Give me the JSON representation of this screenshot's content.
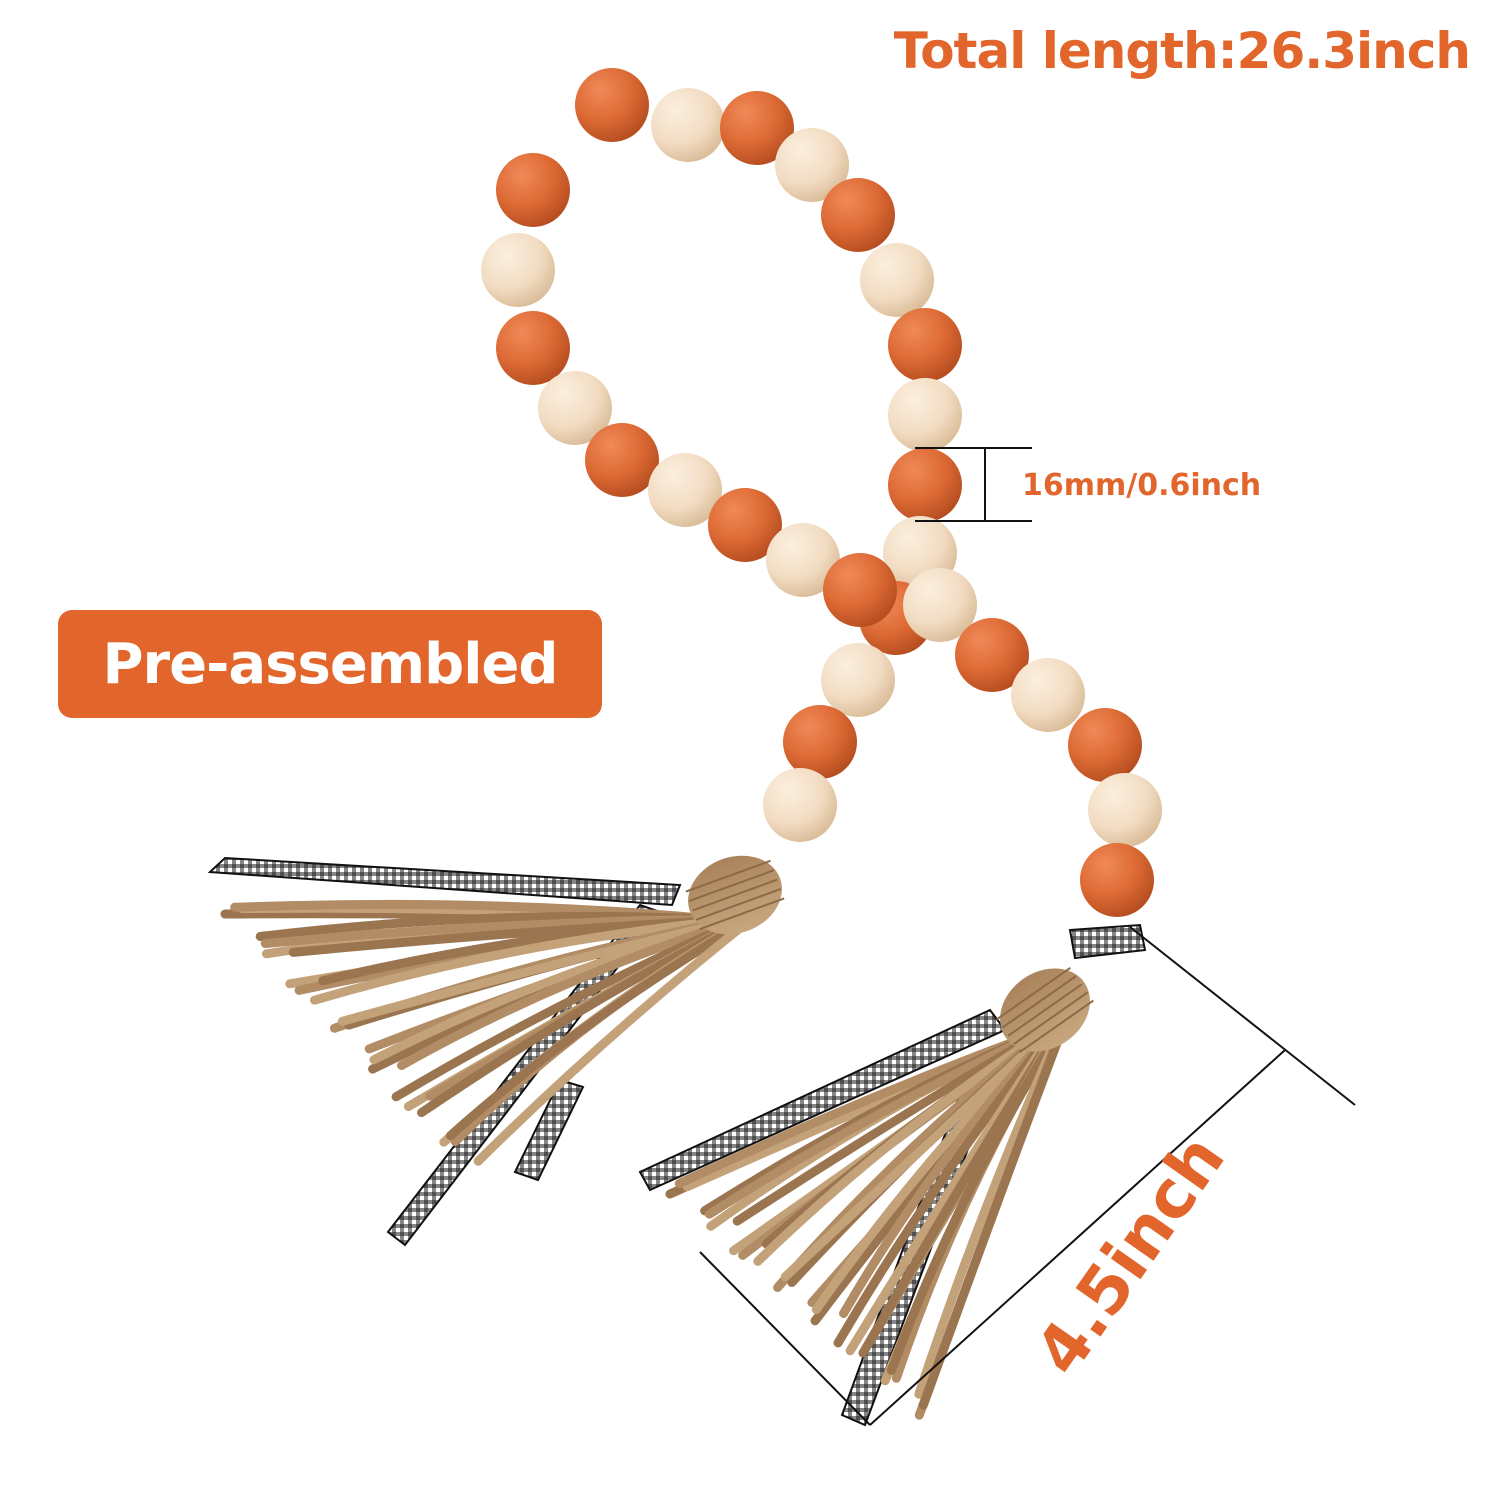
{
  "colors": {
    "accent": "#e2652b",
    "bead_orange": "#dd6a35",
    "bead_natural": "#f2dcc2",
    "jute": "#b6916b",
    "ribbon": "#1f1f1f",
    "dimension_line": "#111111",
    "badge_bg": "#e2652b",
    "badge_text": "#ffffff"
  },
  "title": {
    "text": "Total length:26.3inch"
  },
  "badge": {
    "label": "Pre-assembled"
  },
  "dimensions": {
    "bead_diameter": "16mm/0.6inch",
    "tassel_length": "4.5inch"
  },
  "product": {
    "bead_pattern": [
      "orange",
      "natural"
    ],
    "tassel_count": 2,
    "ribbon_pattern": "black-white gingham"
  }
}
